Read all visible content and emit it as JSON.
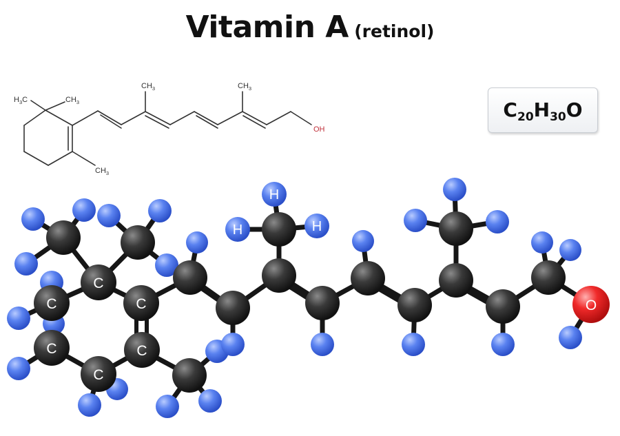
{
  "header": {
    "title": "Vitamin A",
    "subtitle": "(retinol)"
  },
  "formula": {
    "c": "C",
    "c_count": "20",
    "h": "H",
    "h_count": "30",
    "o": "O"
  },
  "skeletal": {
    "h3c_h": "H",
    "h3c_sub": "3",
    "h3c_c": "C",
    "ch3_label": "CH",
    "ch3_sub": "3",
    "oh_label": "OH"
  },
  "model": {
    "carbon_symbol": "C",
    "hydrogen_symbol": "H",
    "oxygen_symbol": "O"
  },
  "colors": {
    "carbon": "#2b2b2b",
    "hydrogen": "#3f6fe8",
    "oxygen": "#e01c1c",
    "bond": "#161616",
    "skeleton_bond": "#333333"
  }
}
